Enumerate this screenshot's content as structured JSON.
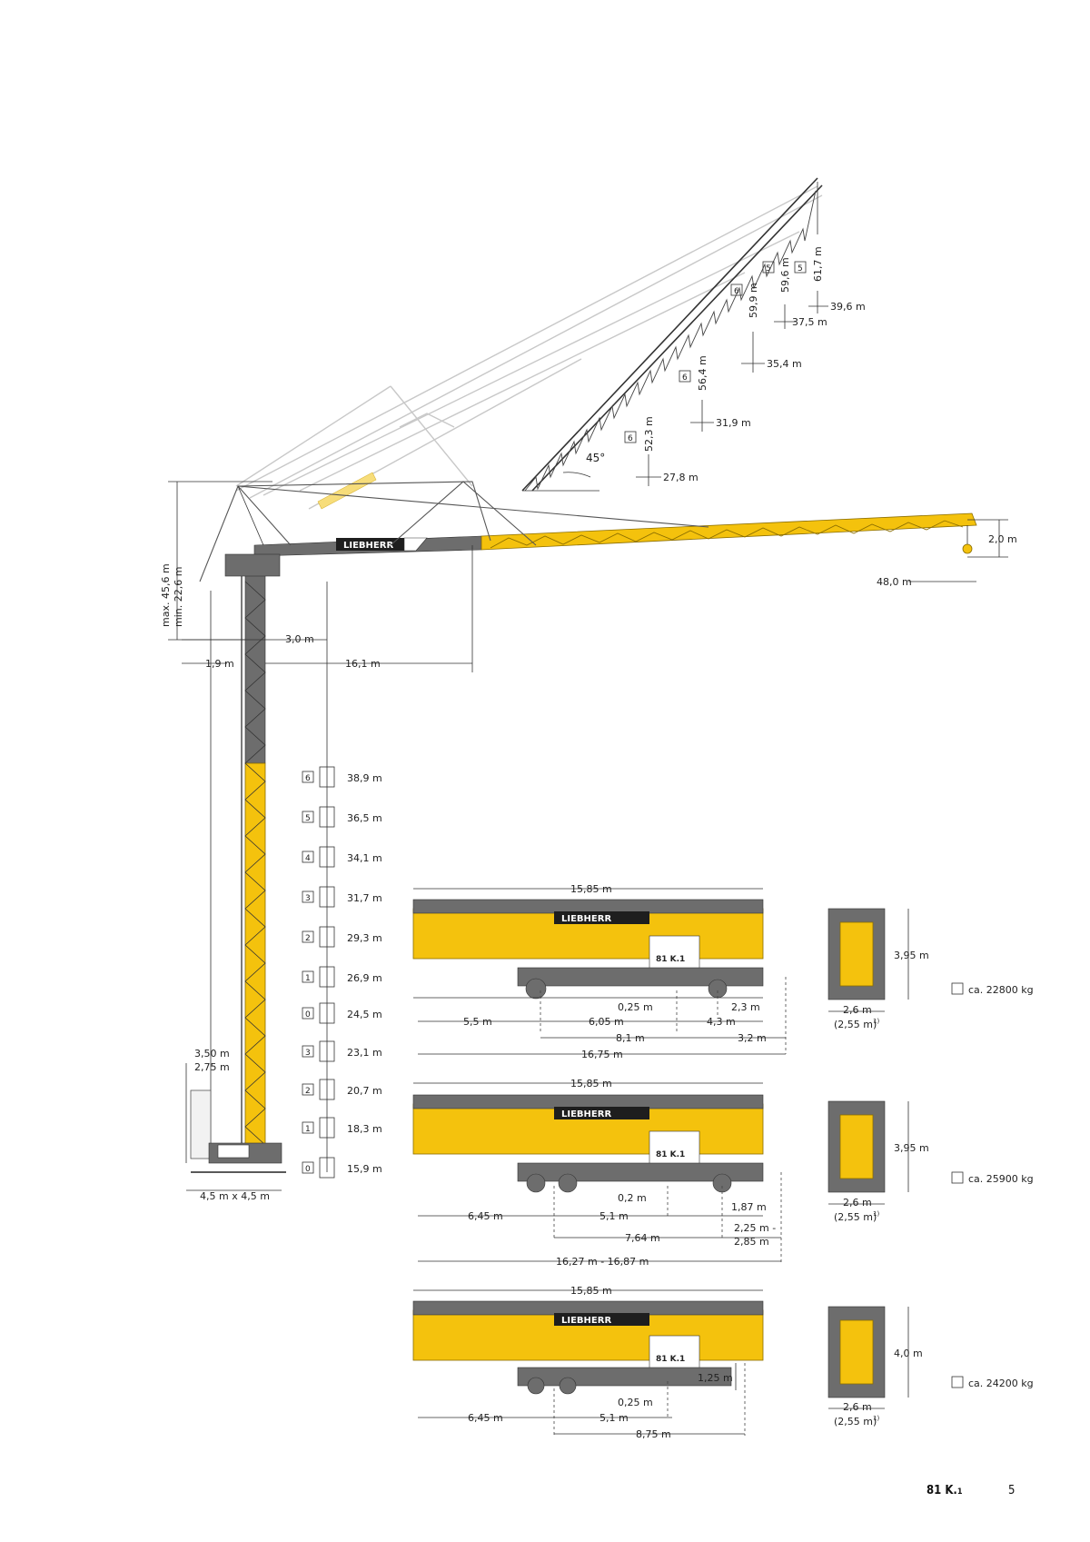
{
  "brand": "LIEBHERR",
  "model_badge": "81 K.1",
  "angle": "45°",
  "height_labels": {
    "max": "max. 45,6 m",
    "min": "min. 22,6 m"
  },
  "tower_dims": {
    "d3": "3,0 m",
    "d19": "1,9 m",
    "d161": "16,1 m",
    "base": "4,5 m x 4,5 m",
    "b350": "3,50 m",
    "b275": "2,75 m"
  },
  "jib": {
    "hook": "2,0 m",
    "radius": "48,0 m"
  },
  "luffing": [
    {
      "n": "5",
      "h": "61,7 m",
      "r": "39,6 m"
    },
    {
      "n": "5",
      "h": "59,6 m",
      "r": "37,5 m"
    },
    {
      "n": "6",
      "h": "59,9 m",
      "r": "35,4 m"
    },
    {
      "n": "6",
      "h": "56,4 m",
      "r": "31,9 m"
    },
    {
      "n": "6",
      "h": "52,3 m",
      "r": "27,8 m"
    }
  ],
  "hook_heights": [
    {
      "n": "6",
      "v": "38,9 m"
    },
    {
      "n": "5",
      "v": "36,5 m"
    },
    {
      "n": "4",
      "v": "34,1 m"
    },
    {
      "n": "3",
      "v": "31,7 m"
    },
    {
      "n": "2",
      "v": "29,3 m"
    },
    {
      "n": "1",
      "v": "26,9 m"
    },
    {
      "n": "0",
      "v": "24,5 m"
    },
    {
      "n": "3",
      "v": "23,1 m"
    },
    {
      "n": "2",
      "v": "20,7 m"
    },
    {
      "n": "1",
      "v": "18,3 m"
    },
    {
      "n": "0",
      "v": "15,9 m"
    }
  ],
  "transport": [
    {
      "len": "15,85 m",
      "h": "3,95 m",
      "w": "2,6 m",
      "w2": "(2,55 m)",
      "sup": "1)",
      "kg": "ca. 22800 kg",
      "d": [
        "0,25 m",
        "2,3 m",
        "5,5 m",
        "6,05 m",
        "4,3 m",
        "8,1 m",
        "3,2 m",
        "16,75 m"
      ]
    },
    {
      "len": "15,85 m",
      "h": "3,95 m",
      "w": "2,6 m",
      "w2": "(2,55 m)",
      "sup": "1)",
      "kg": "ca. 25900 kg",
      "d": [
        "0,2 m",
        "1,87 m",
        "6,45 m",
        "5,1 m",
        "2,25 m -",
        "2,85 m",
        "7,64 m",
        "16,27 m - 16,87 m"
      ]
    },
    {
      "len": "15,85 m",
      "h": "4,0 m",
      "w": "2,6 m",
      "w2": "(2,55 m)",
      "sup": "1)",
      "kg": "ca. 24200 kg",
      "d": [
        "0,25 m",
        "1,25 m",
        "6,45 m",
        "5,1 m",
        "8,75 m"
      ]
    }
  ],
  "footer": {
    "model": "81 K.",
    "sub": "1",
    "page": "5"
  },
  "colors": {
    "yellow": "#f4c20d",
    "gray": "#6d6d6d",
    "dark": "#333333"
  }
}
